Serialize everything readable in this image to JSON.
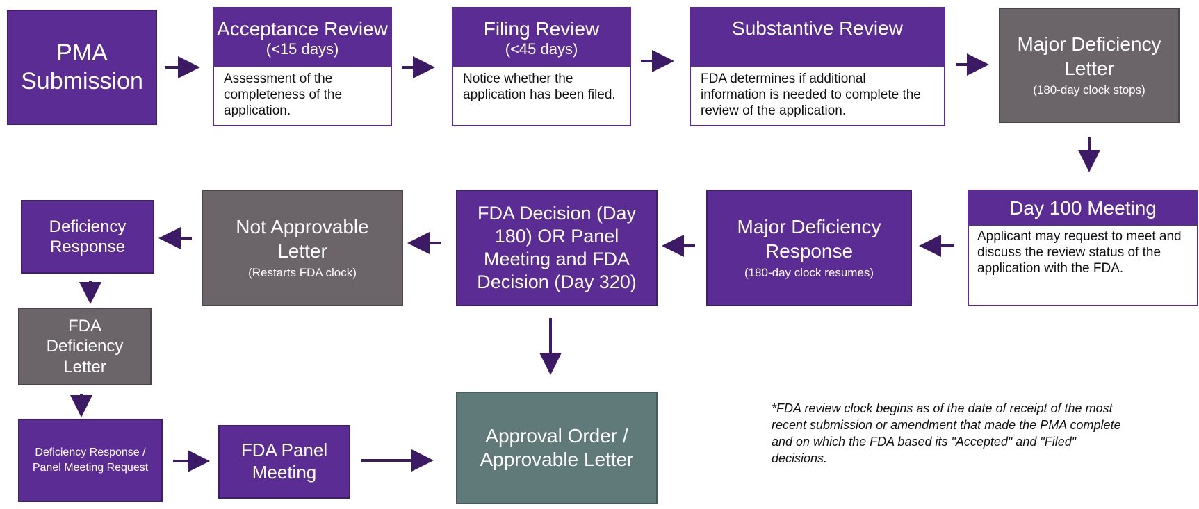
{
  "nodes": {
    "pma": {
      "title": "PMA Submission"
    },
    "acceptance": {
      "title": "Acceptance Review",
      "sub": "(<15 days)",
      "body": "Assessment of the completeness of the application."
    },
    "filing": {
      "title": "Filing Review",
      "sub": "(<45 days)",
      "body": "Notice whether the application has been filed."
    },
    "substantive": {
      "title": "Substantive Review",
      "body": "FDA determines if additional information is needed to complete the review of the application."
    },
    "major_letter": {
      "title": "Major Deficiency Letter",
      "sub": "(180-day clock stops)"
    },
    "day100": {
      "title": "Day 100 Meeting",
      "body": "Applicant may request to meet and discuss the review status of the application with the FDA."
    },
    "major_response": {
      "title": "Major Deficiency Response",
      "sub": "(180-day clock resumes)"
    },
    "decision": {
      "title": "FDA Decision (Day 180) OR Panel Meeting and FDA Decision (Day 320)"
    },
    "not_approvable": {
      "title": "Not Approvable Letter",
      "sub": "(Restarts FDA clock)"
    },
    "deficiency_response": {
      "title": "Deficiency Response"
    },
    "fda_deficiency_letter": {
      "title": "FDA Deficiency Letter"
    },
    "panel_request": {
      "title": "Deficiency Response / Panel Meeting Request"
    },
    "panel_meeting": {
      "title": "FDA Panel Meeting"
    },
    "approval": {
      "title": "Approval Order / Approvable Letter"
    }
  },
  "footnote": "*FDA review clock begins as of the date of receipt of the most recent submission or amendment that made the PMA complete and on which the FDA based its \"Accepted\" and \"Filed\" decisions.",
  "colors": {
    "purple": "#5b2c94",
    "gray": "#6b6468",
    "slate": "#5f7a78",
    "arrow": "#3d1a66"
  }
}
